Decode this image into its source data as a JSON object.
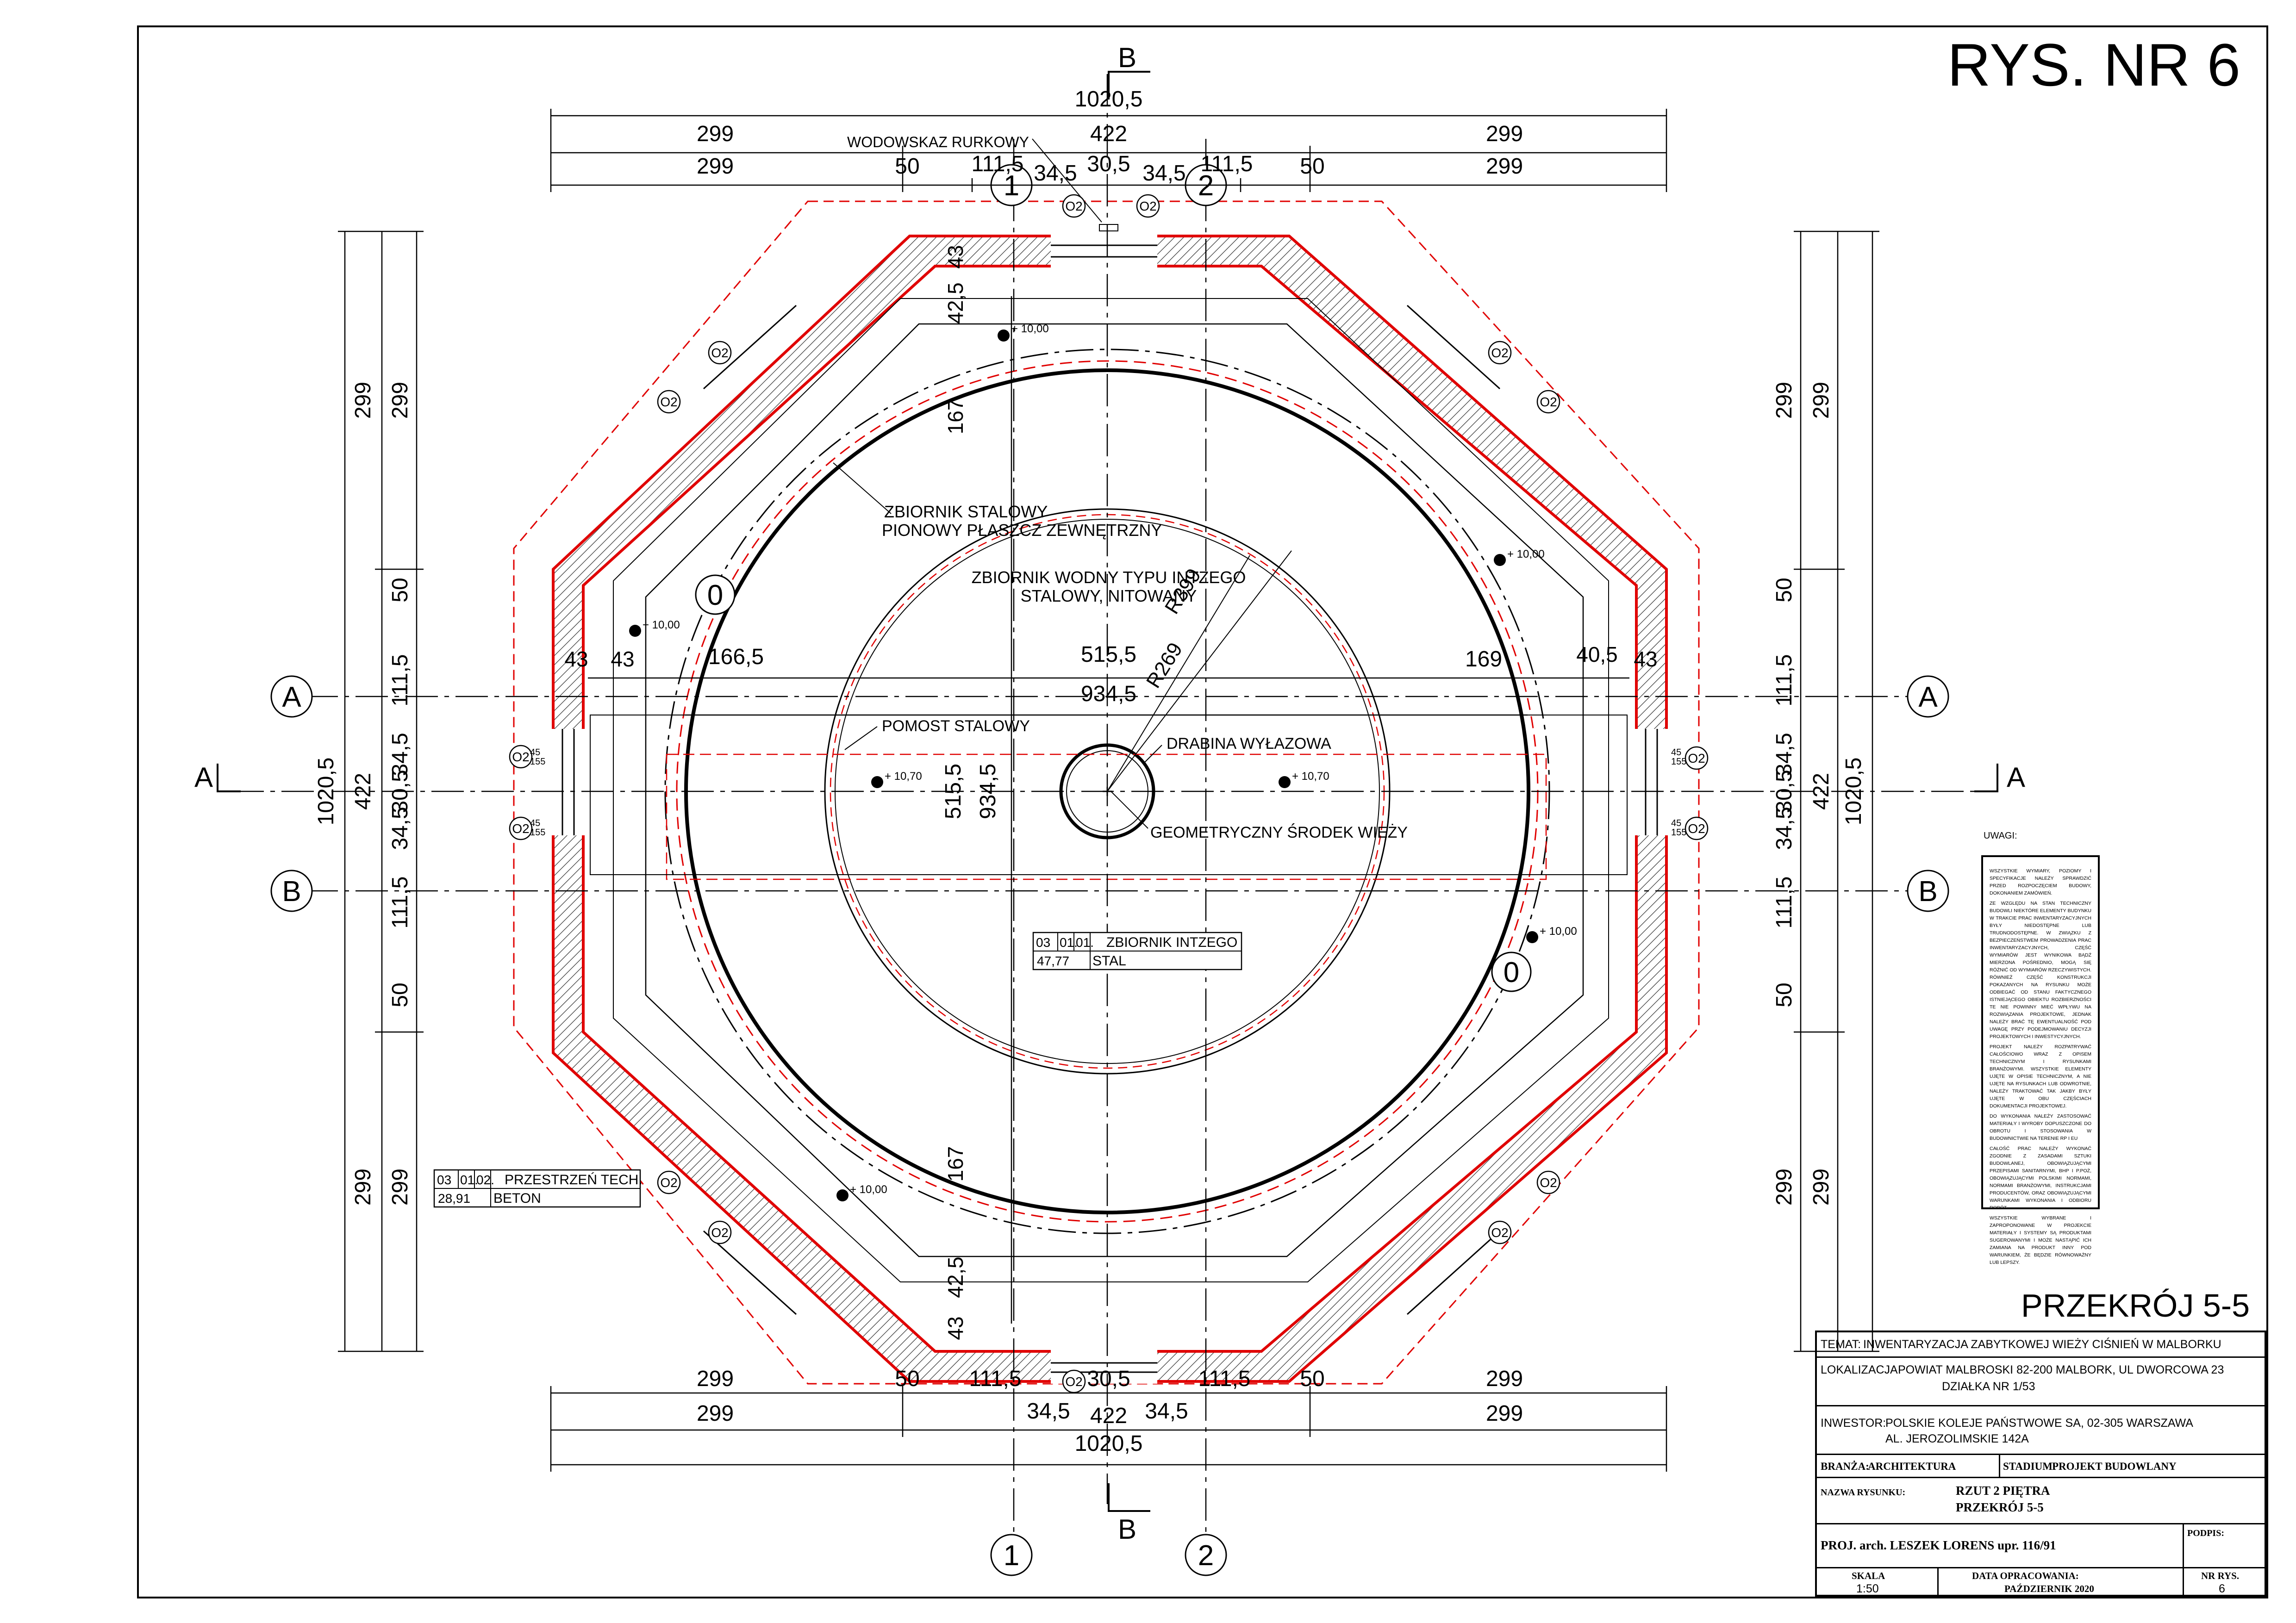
{
  "sheet": {
    "title": "RYS. NR 6",
    "section_title": "PRZEKRÓJ 5-5"
  },
  "section_markers": {
    "top": "B",
    "bottom": "B",
    "left": "A",
    "right": "A"
  },
  "axes": {
    "col_1": "1",
    "col_2": "2",
    "row_A": "A",
    "row_B": "B",
    "origin_left": "0",
    "origin_right": "0"
  },
  "dims_top": {
    "overall": "1020,5",
    "row1": [
      "299",
      "422",
      "299"
    ],
    "row2": [
      "299",
      "50",
      "111,5",
      "34,5",
      "30,5",
      "34,5",
      "111,5",
      "50",
      "299"
    ]
  },
  "dims_bottom": {
    "overall": "1020,5",
    "row1": [
      "299",
      "422",
      "299"
    ],
    "row2": [
      "50",
      "111,5",
      "30,5",
      "111,5",
      "50"
    ],
    "row3": [
      "34,5",
      "34,5"
    ]
  },
  "dims_left": [
    "299",
    "299",
    "50",
    "111,5",
    "34,5",
    "30,5",
    "34,5",
    "111,5",
    "50",
    "299",
    "299",
    "422",
    "1020,5"
  ],
  "dims_right": [
    "299",
    "299",
    "50",
    "111,5",
    "34,5",
    "30,5",
    "34,5",
    "111,5",
    "50",
    "299",
    "299",
    "422",
    "1020,5"
  ],
  "inner_dims": {
    "d43_top": "43",
    "d425_top": "42,5",
    "d167_top": "167",
    "d43_bot": "43",
    "d425_bot": "42,5",
    "d167_bot": "167",
    "d43_l1": "43",
    "d43_l2": "43",
    "d1665": "166,5",
    "d5155_h": "515,5",
    "d169": "169",
    "d405": "40,5",
    "d43_r": "43",
    "d9345_h": "934,5",
    "d5155_v": "515,5",
    "d9345_v": "934,5",
    "r399": "R399",
    "r269": "R269"
  },
  "labels": {
    "wodowskaz": "WODOWSKAZ RURKOWY",
    "zbiornik_stalowy_1": "ZBIORNIK STALOWY",
    "zbiornik_stalowy_2": "PIONOWY PŁASZCZ ZEWNĘTRZNY",
    "zbiornik_wodny_1": "ZBIORNIK WODNY TYPU INTZEGO",
    "zbiornik_wodny_2": "STALOWY, NITOWANY",
    "pomost": "POMOST STALOWY",
    "drabina": "DRABINA WYŁAZOWA",
    "srodek": "GEOMETRYCZNY ŚRODEK WIEŻY"
  },
  "levels": [
    "+ 10,00",
    "+ 10,00",
    "+ 10,00",
    "+ 10,00",
    "+ 10,00",
    "+ 10,70",
    "+ 10,70"
  ],
  "windows": {
    "tag": "O2",
    "w": "45",
    "h": "155"
  },
  "room_tags": [
    {
      "code": [
        "03",
        "01.",
        "01."
      ],
      "name": "ZBIORNIK INTZEGO",
      "area": "47,77",
      "material": "STAL"
    },
    {
      "code": [
        "03",
        "01.",
        "02."
      ],
      "name": "PRZESTRZEŃ TECH.",
      "area": "28,91",
      "material": "BETON"
    }
  ],
  "notes": {
    "title": "UWAGI:",
    "items": [
      "WSZYSTKIE WYMIARY, POZIOMY I SPECYFIKACJE NALEŻY SPRAWDZIĆ PRZED ROZPOCZĘCIEM BUDOWY, DOKONANIEM ZAMÓWIEŃ.",
      "ZE WZGLĘDU NA STAN TECHNICZNY BUDOWLI NIEKTÓRE ELEMENTY BUDYNKU W TRAKCIE PRAC INWENTARYZACYJNYCH BYŁY NIEDOSTĘPNE LUB TRUDNODOSTĘPNE. W ZWIĄZKU Z BEZPIECZEŃSTWEM PROWADZENIA PRAC INWENTARYZACYJNYCH, CZĘŚĆ WYMIARÓW JEST WYNIKOWA BĄDŹ MIERZONA POŚREDNIO, MOGĄ SIĘ RÓŻNIĆ OD WYMIARÓW RZECZYWISTYCH. RÓWNIEŻ CZĘŚĆ KONSTRUKCJI POKAZANYCH NA RYSUNKU MOŻE ODBIEGAĆ OD STANU FAKTYCZNEGO ISTNIEJĄCEGO OBIEKTU ROZBIERZNOŚCI TE NIE POWINNY MIEĆ WPŁYWU NA ROZWIĄZANIA PROJEKTOWE, JEDNAK NALEŻY BRAĆ TĘ EWENTUALNOŚĆ POD UWAGĘ PRZY PODEJMOWANIU DECYZJI PROJEKTOWYCH I INWESTYCYJNYCH.",
      "PROJEKT NALEŻY ROZPATRYWAĆ CAŁOŚCIOWO WRAZ Z OPISEM TECHNICZNYM I RYSUNKAMI BRANŻOWYMI. WSZYSTKIE ELEMENTY UJĘTE W OPISIE TECHNICZNYM, A NIE UJĘTE NA RYSUNKACH LUB ODWROTNIE, NALEŻY TRAKTOWAĆ TAK JAKBY BYŁY UJĘTE W OBU CZĘŚCIACH DOKUMENTACJI PROJEKTOWEJ.",
      "DO WYKONANIA NALEŻY ZASTOSOWAĆ MATERIAŁY I WYROBY DOPUSZCZONE DO OBROTU I STOSOWANIA W BUDOWNICTWIE NA TERENIE RP I EU",
      "CAŁOŚĆ PRAC NALEŻY WYKONAĆ ZGODNIE Z ZASADAMI SZTUKI BUDOWLANEJ, OBOWIĄZUJĄCYMI PRZEPISAMI SANITARNYMI, BHP I P.POŻ, OBOWIĄZUJĄCYMI POLSKIMI NORMAMI, NORMAMI BRANŻOWYMI, INSTRUKCJAMI PRODUCENTÓW, ORAZ OBOWIĄZUJĄCYMI WARUNKAMI WYKONANIA I ODBIORU ROBÓT.",
      "WSZYSTKIE WYBRANE I ZAPROPONOWANE W PROJEKCIE MATERIAŁY I SYSTEMY SĄ PRODUKTAMI SUGEROWANYMI I MOŻE NASTĄPIĆ ICH ZAMIANA NA PRODUKT INNY POD WARUNKIEM, ŻE BĘDZIE RÓWNOWAŻNY LUB LEPSZY."
    ]
  },
  "title_block": {
    "temat_label": "TEMAT:",
    "temat": "INWENTARYZACJA ZABYTKOWEJ WIEŻY CIŚNIEŃ W MALBORKU",
    "lokalizacja_label": "LOKALIZACJA:",
    "lokalizacja_1": "POWIAT MALBROSKI 82-200 MALBORK, UL DWORCOWA 23",
    "lokalizacja_2": "DZIAŁKA NR 1/53",
    "inwestor_label": "INWESTOR:",
    "inwestor_1": "POLSKIE KOLEJE PAŃSTWOWE SA, 02-305 WARSZAWA",
    "inwestor_2": "AL. JEROZOLIMSKIE 142A",
    "branza_label": "BRANŻA:",
    "branza": "ARCHITEKTURA",
    "stadium_label": "STADIUM:",
    "stadium": "PROJEKT BUDOWLANY",
    "nazwa_label": "NAZWA RYSUNKU:",
    "nazwa_1": "RZUT 2 PIĘTRA",
    "nazwa_2": "PRZEKRÓJ 5-5",
    "podpis_label": "PODPIS:",
    "proj": "PROJ. arch. LESZEK  LORENS upr. 116/91",
    "skala_label": "SKALA",
    "skala": "1:50",
    "data_label": "DATA OPRACOWANIA:",
    "data": "PAŹDZIERNIK 2020",
    "nr_label": "NR RYS.",
    "nr": "6"
  },
  "colors": {
    "line": "#000000",
    "wall_outline": "#e00000",
    "hidden": "#e00000"
  }
}
